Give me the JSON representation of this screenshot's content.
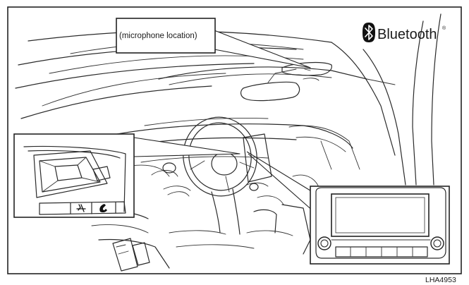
{
  "callout": {
    "microphone_label": "(microphone location)"
  },
  "brand": {
    "name": "Bluetooth",
    "registered_mark": "®",
    "icon": "bluetooth-icon"
  },
  "figure_code": "LHA4953",
  "icons": {
    "steering_voice": "voice-command-icon",
    "steering_phone": "phone-icon"
  }
}
